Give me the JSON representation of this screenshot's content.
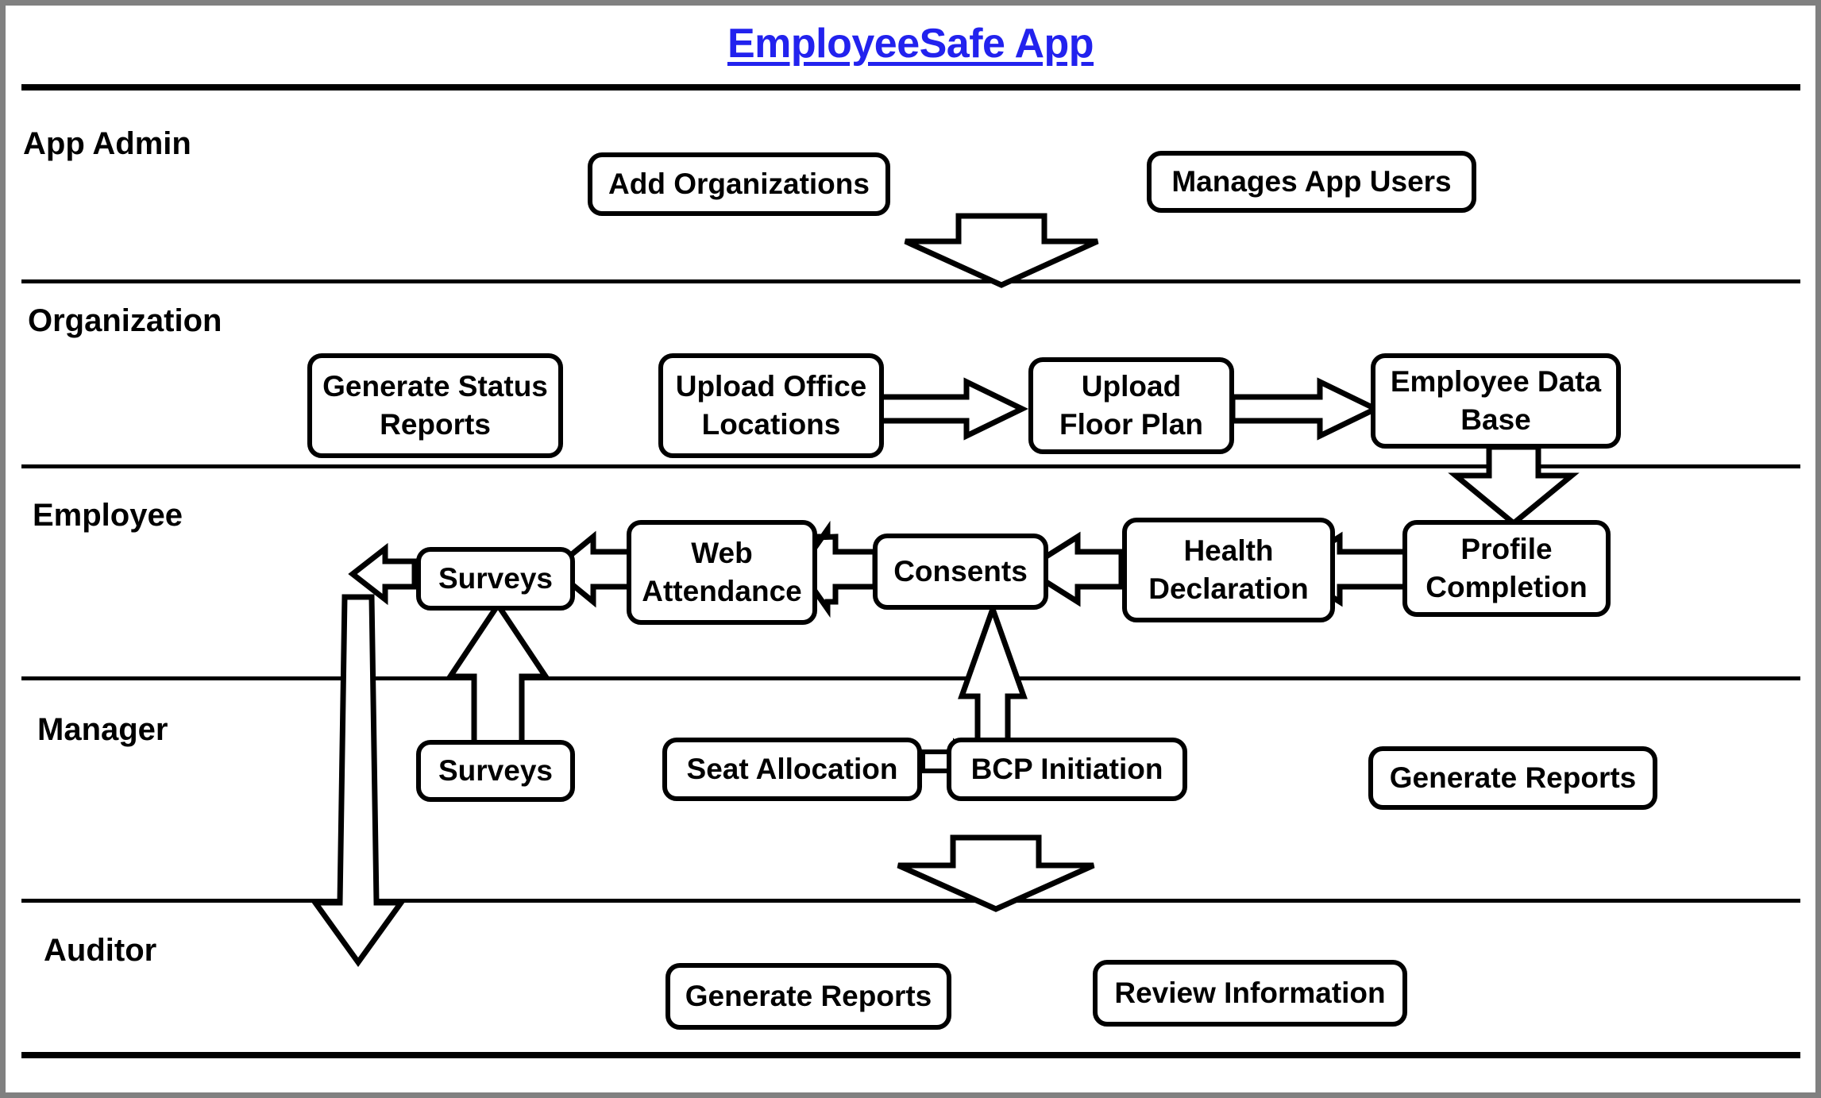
{
  "title": "EmployeeSafe App",
  "lanes": [
    {
      "id": "app-admin",
      "label": "App Admin"
    },
    {
      "id": "organization",
      "label": "Organization"
    },
    {
      "id": "employee",
      "label": "Employee"
    },
    {
      "id": "manager",
      "label": "Manager"
    },
    {
      "id": "auditor",
      "label": "Auditor"
    }
  ],
  "nodes": {
    "add_organizations": "Add Organizations",
    "manages_app_users": "Manages App Users",
    "generate_status_reports": "Generate Status Reports",
    "upload_office_locations": "Upload Office Locations",
    "upload_floor_plan": "Upload Floor Plan",
    "employee_data_base": "Employee Data Base",
    "profile_completion": "Profile Completion",
    "health_declaration": "Health Declaration",
    "consents": "Consents",
    "web_attendance": "Web Attendance",
    "surveys_employee": "Surveys",
    "surveys_manager": "Surveys",
    "seat_allocation": "Seat Allocation",
    "bcp_initiation": "BCP Initiation",
    "generate_reports_manager": "Generate Reports",
    "generate_reports_auditor": "Generate Reports",
    "review_information": "Review Information"
  },
  "colors": {
    "title": "#2222ee",
    "line": "#000000",
    "node_fill": "#ffffff",
    "page_border": "#808080"
  },
  "arrows": [
    {
      "name": "app-admin-to-organization",
      "direction": "down"
    },
    {
      "name": "upload-office-locations-to-upload-floor-plan",
      "direction": "right"
    },
    {
      "name": "upload-floor-plan-to-employee-data-base",
      "direction": "right"
    },
    {
      "name": "employee-data-base-to-profile-completion",
      "direction": "down"
    },
    {
      "name": "profile-completion-to-health-declaration",
      "direction": "left"
    },
    {
      "name": "health-declaration-to-consents",
      "direction": "left"
    },
    {
      "name": "consents-to-web-attendance",
      "direction": "left"
    },
    {
      "name": "web-attendance-to-surveys",
      "direction": "left"
    },
    {
      "name": "surveys-employee-outgoing",
      "direction": "left"
    },
    {
      "name": "surveys-manager-to-surveys-employee",
      "direction": "up"
    },
    {
      "name": "bcp-initiation-to-consents",
      "direction": "up"
    },
    {
      "name": "seat-allocation-to-bcp-initiation",
      "direction": "right"
    },
    {
      "name": "bcp-initiation-to-auditor",
      "direction": "down"
    },
    {
      "name": "surveys-employee-to-auditor",
      "direction": "down"
    }
  ]
}
